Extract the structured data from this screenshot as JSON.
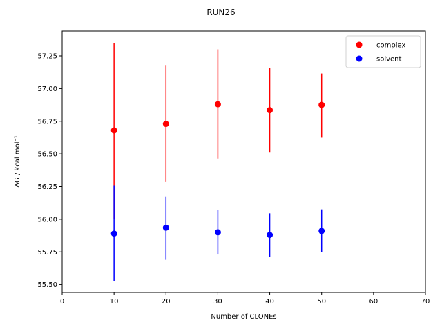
{
  "chart_data": {
    "type": "scatter",
    "title": "RUN26",
    "xlabel": "Number of CLONEs",
    "ylabel": "ΔG / kcal mol⁻¹",
    "xlim": [
      0,
      70
    ],
    "ylim": [
      55.44,
      57.44
    ],
    "xticks": [
      0,
      10,
      20,
      30,
      40,
      50,
      60,
      70
    ],
    "yticks": [
      55.5,
      55.75,
      56.0,
      56.25,
      56.5,
      56.75,
      57.0,
      57.25
    ],
    "xtick_labels": [
      "0",
      "10",
      "20",
      "30",
      "40",
      "50",
      "60",
      "70"
    ],
    "ytick_labels": [
      "55.50",
      "55.75",
      "56.00",
      "56.25",
      "56.50",
      "56.75",
      "57.00",
      "57.25"
    ],
    "grid": false,
    "legend_position": "top-right",
    "series": [
      {
        "name": "complex",
        "color": "#ff0000",
        "x": [
          10,
          20,
          30,
          40,
          50
        ],
        "y": [
          56.68,
          56.73,
          56.88,
          56.835,
          56.875
        ],
        "yerr_low": [
          56.0,
          56.285,
          56.465,
          56.51,
          56.625
        ],
        "yerr_high": [
          57.35,
          57.18,
          57.3,
          57.16,
          57.115
        ]
      },
      {
        "name": "solvent",
        "color": "#0000ff",
        "x": [
          10,
          20,
          30,
          40,
          50
        ],
        "y": [
          55.89,
          55.935,
          55.9,
          55.88,
          55.91
        ],
        "yerr_low": [
          55.53,
          55.69,
          55.73,
          55.71,
          55.75
        ],
        "yerr_high": [
          56.255,
          56.175,
          56.07,
          56.045,
          56.075
        ]
      }
    ]
  }
}
